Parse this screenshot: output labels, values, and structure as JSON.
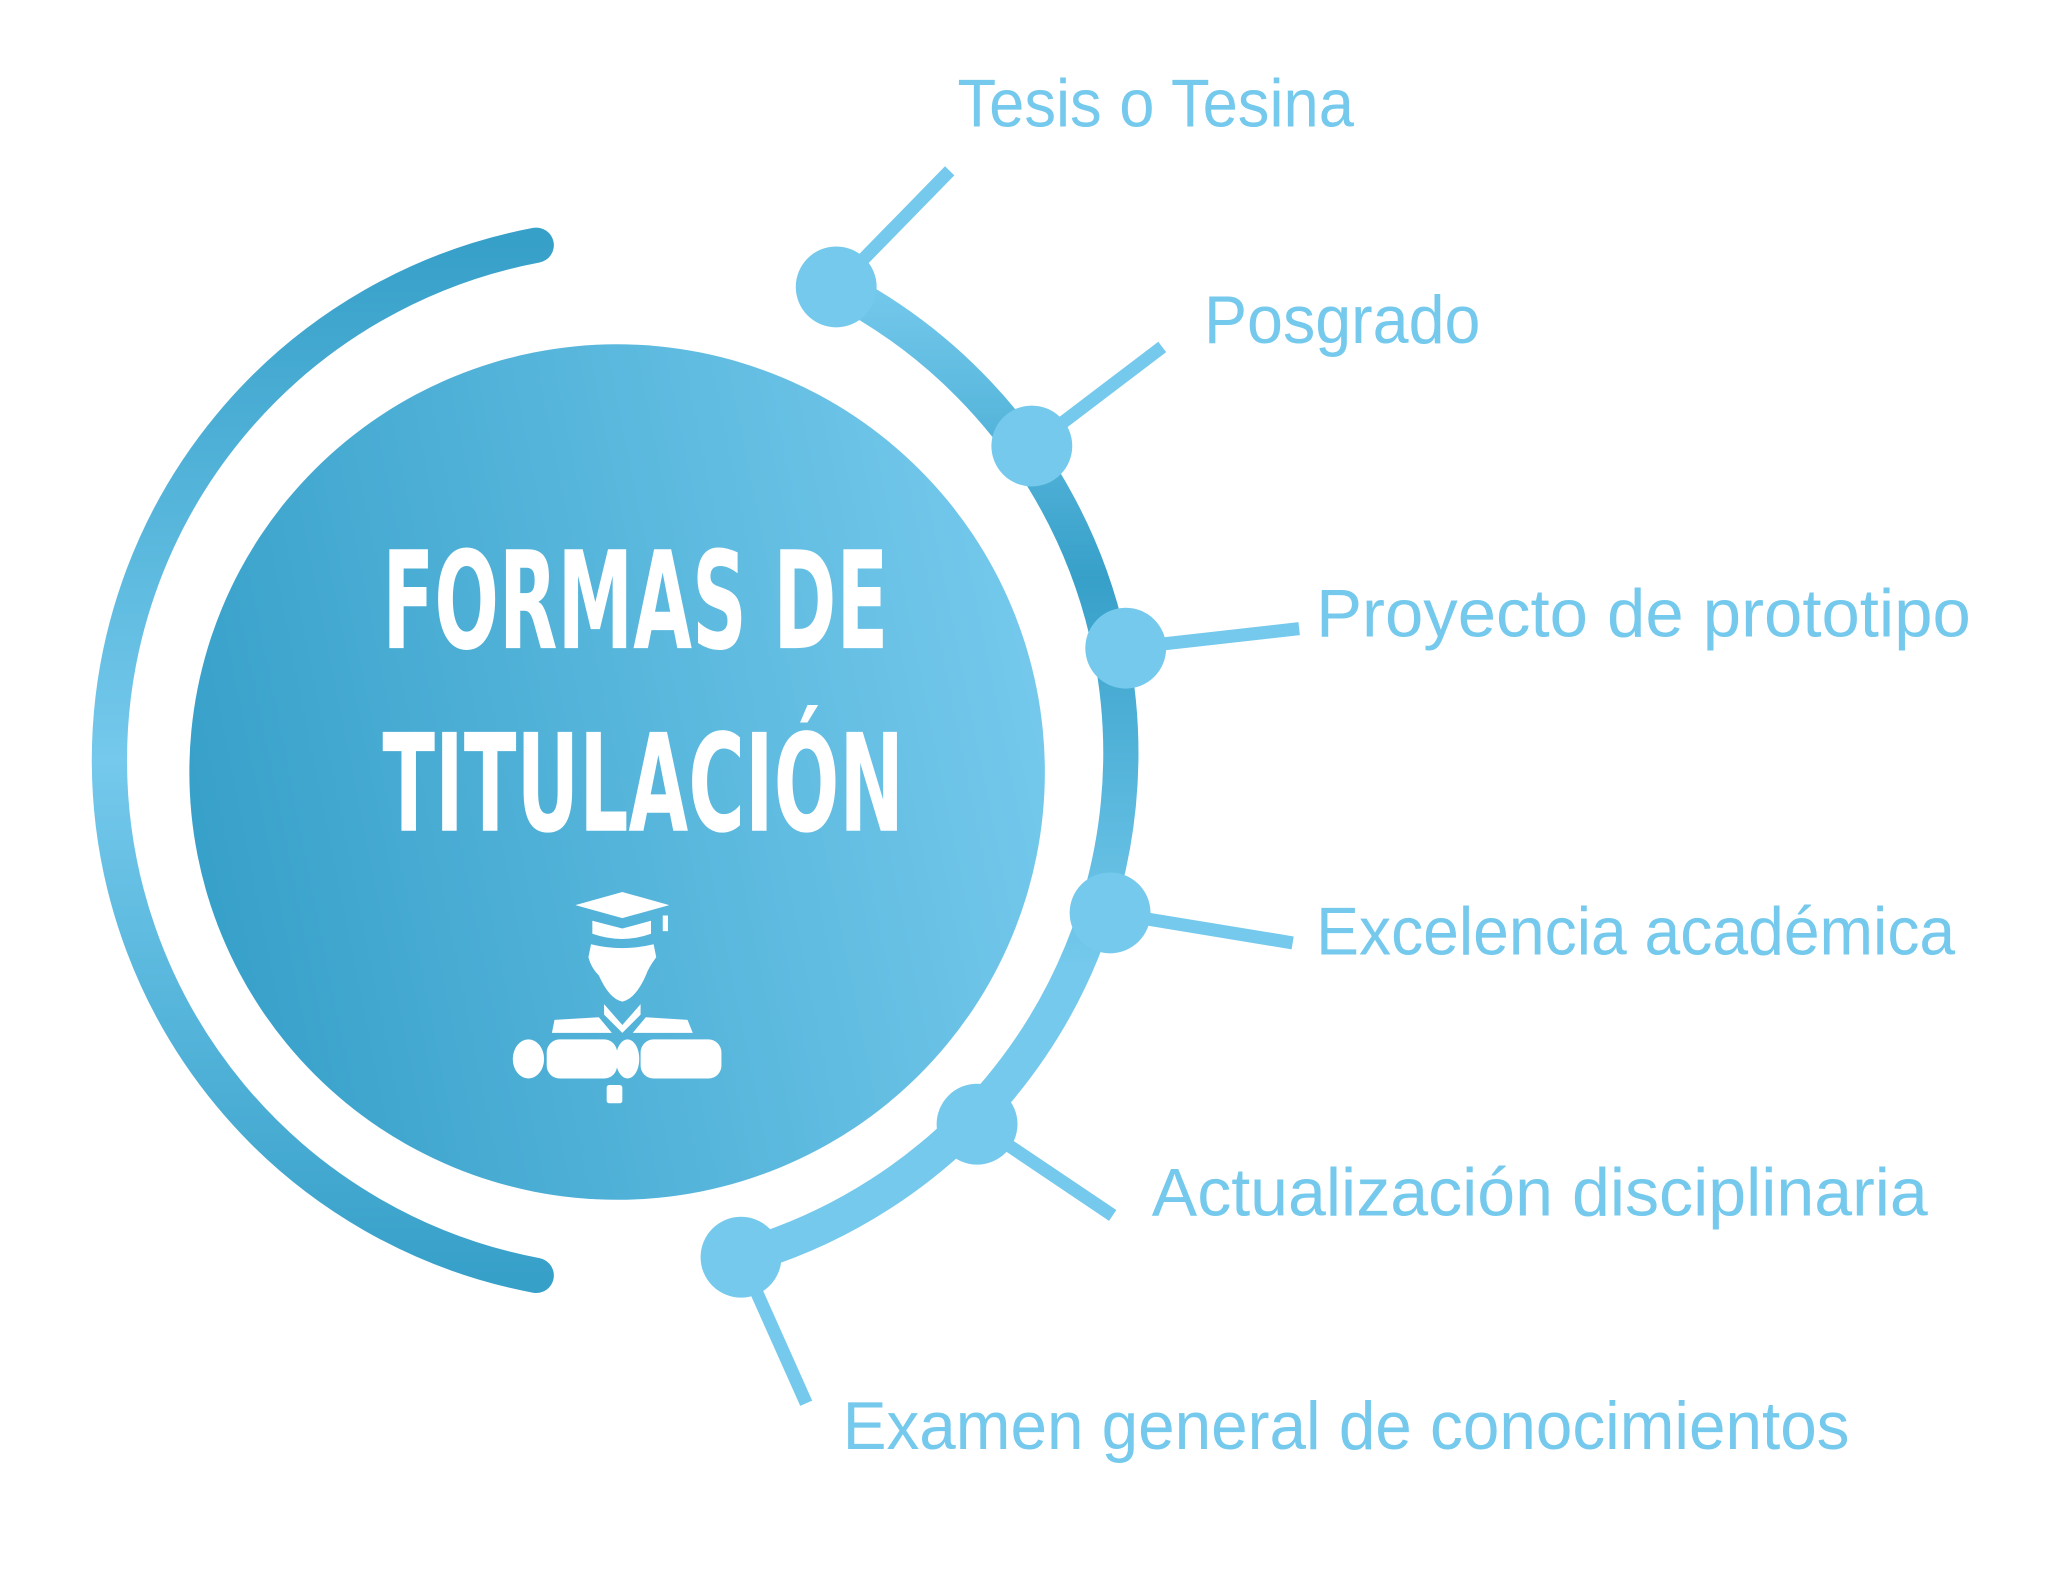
{
  "title": {
    "line1": "FORMAS DE",
    "line2": "TITULACIÓN"
  },
  "icon": "graduate-with-diplomas-icon",
  "colors": {
    "accent_light": "#74c9ec",
    "accent_dark": "#37a0c9",
    "text": "#74c9ec",
    "title_text": "#ffffff"
  },
  "options": [
    {
      "label": "Tesis o Tesina"
    },
    {
      "label": "Posgrado"
    },
    {
      "label": "Proyecto de prototipo"
    },
    {
      "label": "Excelencia académica"
    },
    {
      "label": "Actualización disciplinaria"
    },
    {
      "label": "Examen general de conocimientos"
    }
  ]
}
